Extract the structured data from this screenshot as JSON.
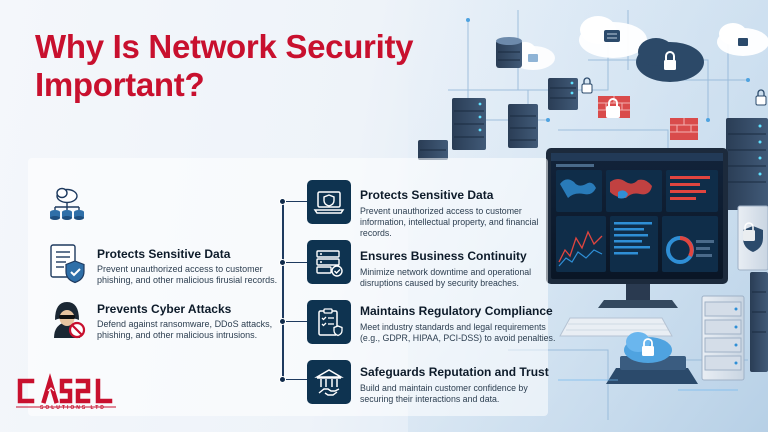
{
  "title": "Why Is Network Security Important?",
  "left_items": [
    {
      "heading": "Protects Sensitive Data",
      "text": "Prevent unauthorized access to customer phishing, and other malicious firusial records.",
      "icon": "document-shield-icon"
    },
    {
      "heading": "Prevents Cyber Attacks",
      "text": "Defend against ransomware, DDoS attacks, phishing, and other malicious intrusions.",
      "icon": "hacker-icon"
    }
  ],
  "timeline_items": [
    {
      "heading": "Protects Sensitive Data",
      "text": "Prevent unauthorized access to customer information, intellectual property, and financial records.",
      "icon": "laptop-shield-icon"
    },
    {
      "heading": "Ensures Business Continuity",
      "text": "Minimize network downtime and operational disruptions caused by security breaches.",
      "icon": "server-check-icon"
    },
    {
      "heading": "Maintains Regulatory Compliance",
      "text": "Meet industry standards and legal requirements (e.g., GDPR, HIPAA, PCI-DSS) to avoid penalties.",
      "icon": "clipboard-check-icon"
    },
    {
      "heading": "Safeguards Reputation and Trust",
      "text": "Build and maintain customer confidence by securing their interactions and data.",
      "icon": "bank-handshake-icon"
    }
  ],
  "logo": {
    "subtitle": "SOLUTIONS LTD"
  },
  "colors": {
    "accent": "#c8102e",
    "navy": "#0e3350",
    "text": "#0d1b2a"
  }
}
